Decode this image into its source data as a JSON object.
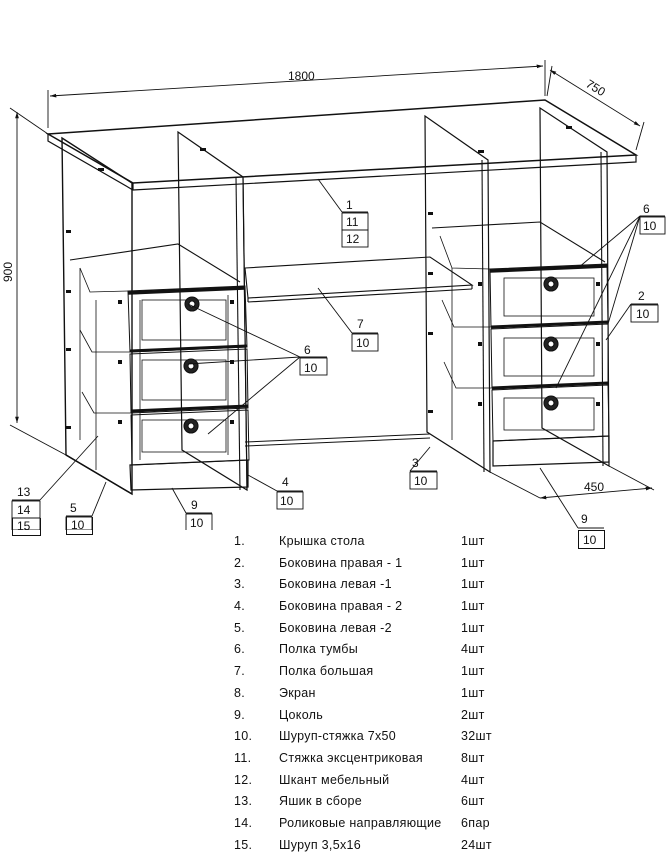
{
  "dimensions": {
    "width": "1800",
    "depth": "750",
    "height": "900",
    "pedestal_depth": "450"
  },
  "callouts": [
    {
      "part": "1",
      "qty": "11",
      "extra": "12"
    },
    {
      "part": "6",
      "qty": "10"
    },
    {
      "part": "2",
      "qty": "10"
    },
    {
      "part": "7",
      "qty": "10"
    },
    {
      "part": "6",
      "qty": "10"
    },
    {
      "part": "3",
      "qty": "10"
    },
    {
      "part": "4",
      "qty": "10"
    },
    {
      "part": "9",
      "qty": "10"
    },
    {
      "part": "9",
      "qty": "10"
    },
    {
      "part": "5",
      "qty": "10"
    },
    {
      "part": "13",
      "qty": "14",
      "extra": "15"
    }
  ],
  "parts_list": [
    {
      "num": "1.",
      "name": "Крышка стола",
      "qty": "1шт"
    },
    {
      "num": "2.",
      "name": "Боковина правая - 1",
      "qty": "1шт"
    },
    {
      "num": "3.",
      "name": "Боковина левая -1",
      "qty": "1шт"
    },
    {
      "num": "4.",
      "name": "Боковина правая - 2",
      "qty": "1шт"
    },
    {
      "num": "5.",
      "name": "Боковина левая -2",
      "qty": "1шт"
    },
    {
      "num": "6.",
      "name": "Полка тумбы",
      "qty": "4шт"
    },
    {
      "num": "7.",
      "name": "Полка большая",
      "qty": "1шт"
    },
    {
      "num": "8.",
      "name": "Экран",
      "qty": "1шт"
    },
    {
      "num": "9.",
      "name": "Цоколь",
      "qty": "2шт"
    },
    {
      "num": "10.",
      "name": "Шуруп-стяжка 7х50",
      "qty": "32шт"
    },
    {
      "num": "11.",
      "name": "Стяжка эксцентриковая",
      "qty": "8шт"
    },
    {
      "num": "12.",
      "name": "Шкант мебельный",
      "qty": "4шт"
    },
    {
      "num": "13.",
      "name": "Яшик  в сборе",
      "qty": "6шт"
    },
    {
      "num": "14.",
      "name": "Роликовые направляющие",
      "qty": "6пар"
    },
    {
      "num": "15.",
      "name": "Шуруп 3,5х16",
      "qty": "24шт"
    }
  ]
}
